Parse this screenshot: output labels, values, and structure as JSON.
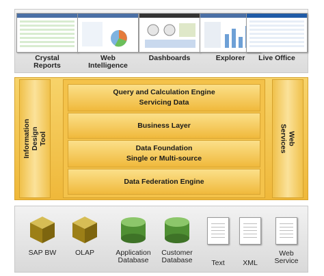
{
  "tools": [
    {
      "label": "Crystal\nReports",
      "icon": "crystal-reports-screenshot"
    },
    {
      "label": "Web\nIntelligence",
      "icon": "web-intelligence-screenshot"
    },
    {
      "label": "Dashboards",
      "icon": "dashboards-screenshot"
    },
    {
      "label": "Explorer",
      "icon": "explorer-screenshot"
    },
    {
      "label": "Live Office",
      "icon": "live-office-screenshot"
    }
  ],
  "left_side": {
    "label": "Information\nDesign Tool"
  },
  "right_side": {
    "label": "Web\nServices"
  },
  "layers": [
    {
      "line1": "Query and Calculation Engine",
      "line2": "Servicing Data"
    },
    {
      "line1": "Business Layer",
      "line2": ""
    },
    {
      "line1": "Data Foundation",
      "line2": "Single or Multi-source"
    },
    {
      "line1": "Data Federation Engine",
      "line2": ""
    }
  ],
  "sources": [
    {
      "label": "SAP BW",
      "icon": "cube-icon"
    },
    {
      "label": "OLAP",
      "icon": "cube-icon"
    },
    {
      "label": "Application\nDatabase",
      "icon": "database-icon"
    },
    {
      "label": "Customer\nDatabase",
      "icon": "database-icon"
    },
    {
      "label": "Text",
      "icon": "document-icon"
    },
    {
      "label": "XML",
      "icon": "document-icon"
    },
    {
      "label": "Web\nService",
      "icon": "document-icon"
    }
  ],
  "colors": {
    "gold": "#f0b93c",
    "cube": "#a88a1e",
    "database": "#4c8a32"
  }
}
